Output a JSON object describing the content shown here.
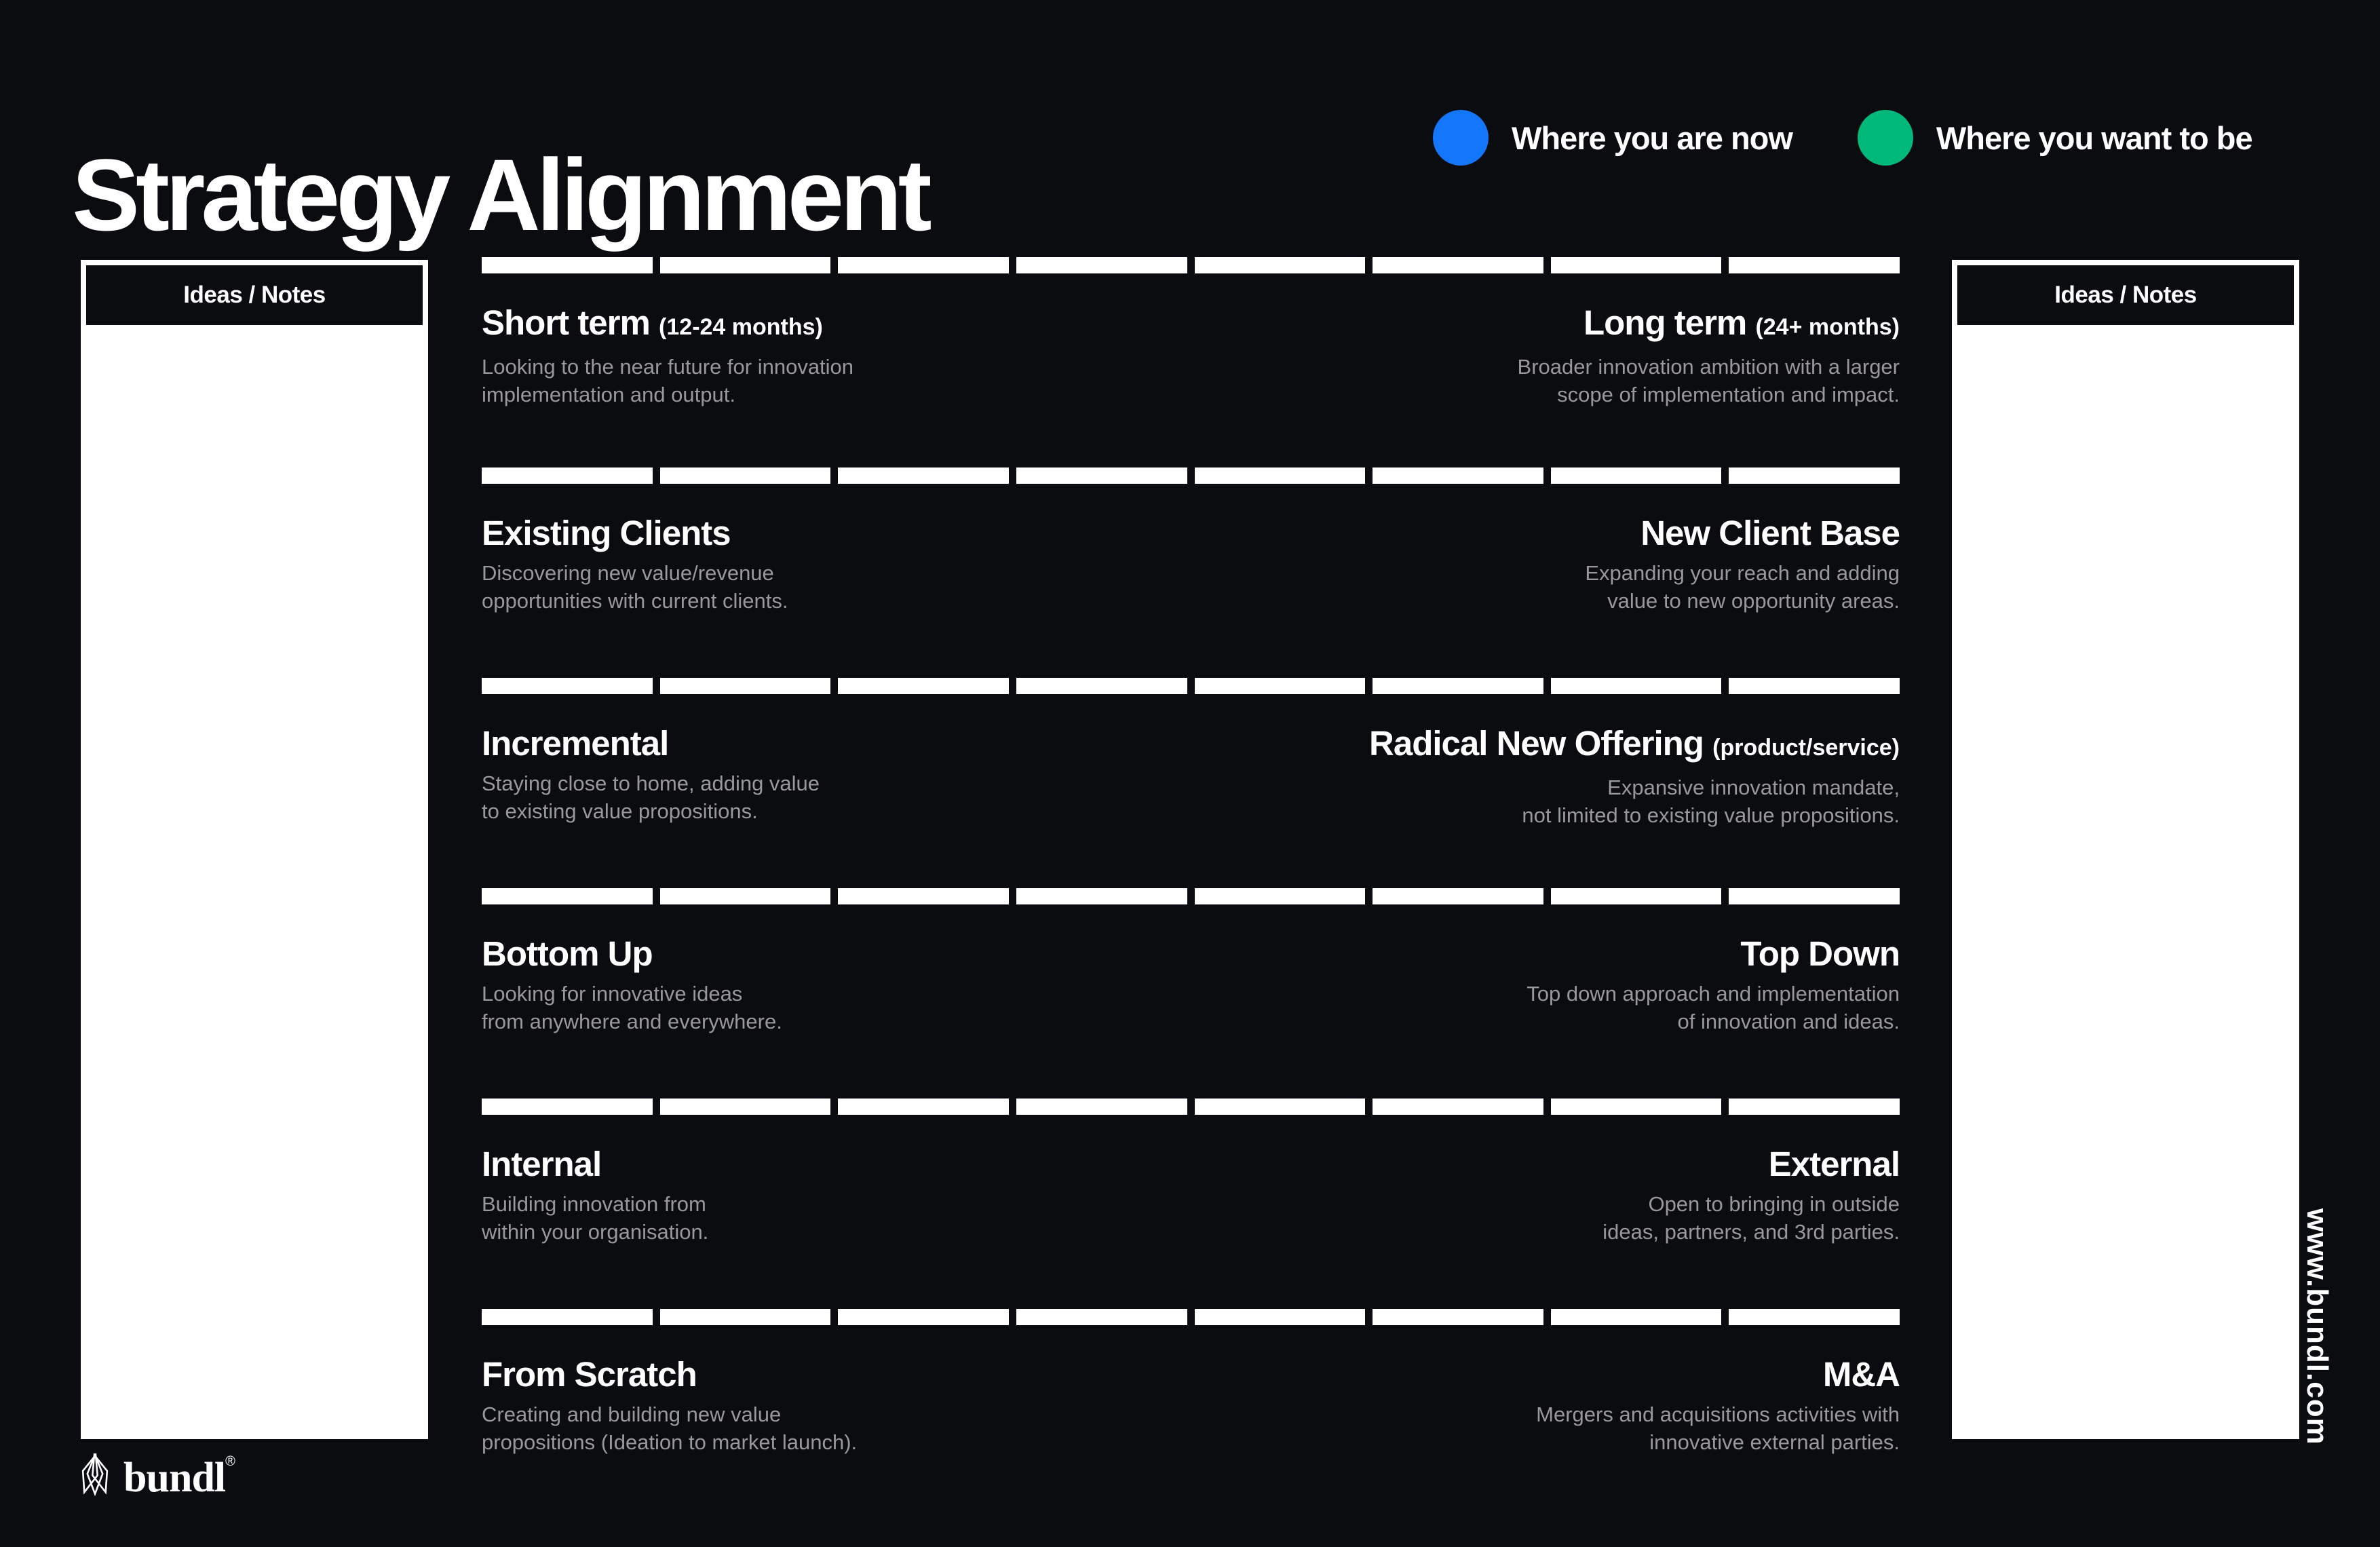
{
  "header": {
    "title": "Strategy Alignment",
    "legend": [
      {
        "name": "where-you-are-now",
        "label": "Where you are now",
        "color": "#1476fb"
      },
      {
        "name": "where-you-want-to-be",
        "label": "Where you want to be",
        "color": "#00b87a"
      }
    ]
  },
  "notes_left": {
    "title": "Ideas / Notes"
  },
  "notes_right": {
    "title": "Ideas / Notes"
  },
  "sliders": {
    "segments_per_track": 8,
    "rows": [
      {
        "left": {
          "title": "Short term",
          "qualifier": "(12-24 months)",
          "desc": "Looking to the near future for innovation\nimplementation and output."
        },
        "right": {
          "title": "Long term",
          "qualifier": "(24+ months)",
          "desc": "Broader innovation ambition with a larger\nscope of implementation and impact."
        }
      },
      {
        "left": {
          "title": "Existing Clients",
          "qualifier": "",
          "desc": "Discovering new value/revenue\nopportunities with current clients."
        },
        "right": {
          "title": "New Client Base",
          "qualifier": "",
          "desc": "Expanding your reach and adding\nvalue to new opportunity areas."
        }
      },
      {
        "left": {
          "title": "Incremental",
          "qualifier": "",
          "desc": "Staying close to home, adding value\nto existing value propositions."
        },
        "right": {
          "title": "Radical New Offering",
          "qualifier": "(product/service)",
          "desc": "Expansive innovation mandate,\nnot limited to existing value propositions."
        }
      },
      {
        "left": {
          "title": "Bottom Up",
          "qualifier": "",
          "desc": "Looking for innovative ideas\nfrom anywhere and everywhere."
        },
        "right": {
          "title": "Top Down",
          "qualifier": "",
          "desc": "Top down approach and implementation\nof innovation and ideas."
        }
      },
      {
        "left": {
          "title": "Internal",
          "qualifier": "",
          "desc": "Building innovation from\nwithin your organisation."
        },
        "right": {
          "title": "External",
          "qualifier": "",
          "desc": "Open to bringing in outside\nideas, partners, and 3rd parties."
        }
      },
      {
        "left": {
          "title": "From Scratch",
          "qualifier": "",
          "desc": "Creating and building new value\npropositions (Ideation to market launch)."
        },
        "right": {
          "title": "M&A",
          "qualifier": "",
          "desc": "Mergers and acquisitions activities with\ninnovative external parties."
        }
      }
    ]
  },
  "footer": {
    "brand": "bundl",
    "registered": "®",
    "website": "www.bundl.com"
  },
  "colors": {
    "background": "#0b0c10",
    "panel": "#ffffff",
    "muted_text": "#98989d",
    "now_blue": "#1476fb",
    "goal_green": "#00b87a"
  }
}
